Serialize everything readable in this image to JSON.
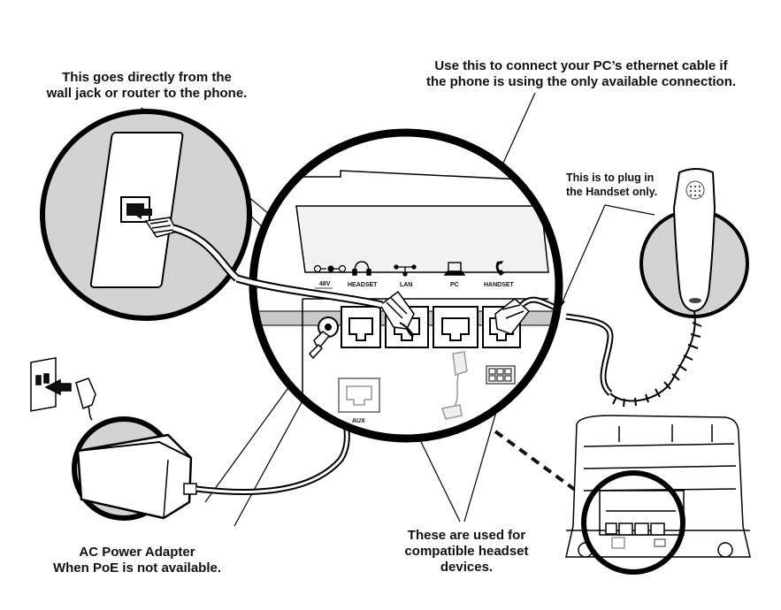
{
  "captions": {
    "wall_jack": [
      "This goes directly from the",
      "wall jack or router to the phone."
    ],
    "pc_port": [
      "Use this to connect your PC’s ethernet cable if",
      "the phone is using the only available connection."
    ],
    "handset_port": [
      "This is to plug in",
      "the Handset only."
    ],
    "power_adapter": [
      "AC Power Adapter",
      "When PoE is not available."
    ],
    "headset_ports": [
      "These are used for",
      "compatible headset",
      "devices."
    ]
  },
  "port_labels": {
    "power": "48V",
    "headset": "HEADSET",
    "lan": "LAN",
    "pc": "PC",
    "handset": "HANDSET",
    "aux": "AUX"
  },
  "icons": {
    "power": "power-polarity-icon",
    "headset": "headset-icon",
    "lan": "network-icon",
    "pc": "computer-icon",
    "handset": "handset-icon"
  },
  "colors": {
    "ink": "#111111",
    "zoom_fill": "#d3d3d3",
    "panel": "#f2f2f2"
  }
}
